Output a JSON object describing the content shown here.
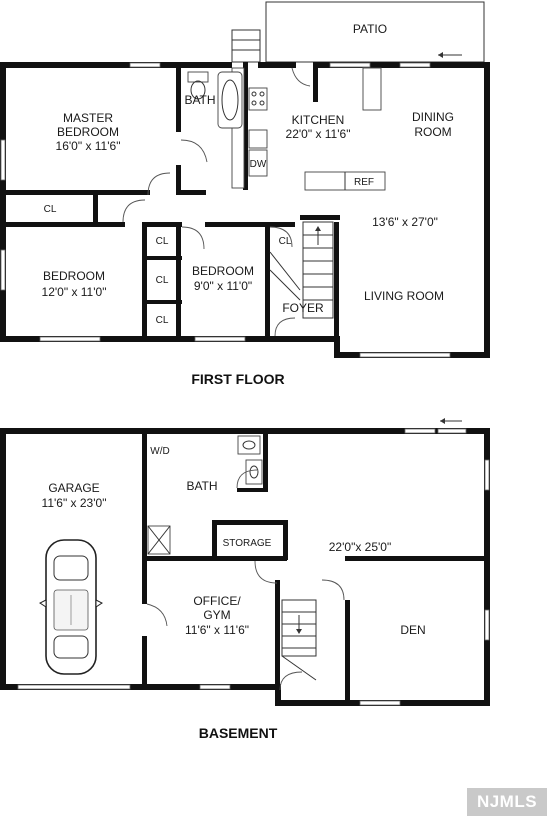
{
  "first_floor": {
    "title": "FIRST FLOOR",
    "rooms": {
      "patio": "PATIO",
      "master_name_1": "MASTER",
      "master_name_2": "BEDROOM",
      "master_dims": "16'0\" x 11'6\"",
      "bath": "BATH",
      "kitchen": "KITCHEN",
      "kitchen_dims": "22'0\" x 11'6\"",
      "dining_1": "DINING",
      "dining_2": "ROOM",
      "dw": "DW",
      "ref": "REF",
      "cl": "CL",
      "bedroom": "BEDROOM",
      "bedroom2_dims": "12'0\" x 11'0\"",
      "bedroom3_dims": "9'0\" x 11'0\"",
      "living_dims": "13'6\" x 27'0\"",
      "living": "LIVING ROOM",
      "foyer": "FOYER"
    }
  },
  "basement": {
    "title": "BASEMENT",
    "rooms": {
      "garage": "GARAGE",
      "garage_dims": "11'6\" x 23'0\"",
      "wd": "W/D",
      "bath": "BATH",
      "storage": "STORAGE",
      "den_dims": "22'0\"x 25'0\"",
      "office_1": "OFFICE/",
      "office_2": "GYM",
      "office_dims": "11'6\" x 11'6\"",
      "den": "DEN"
    }
  },
  "watermark": "NJMLS"
}
